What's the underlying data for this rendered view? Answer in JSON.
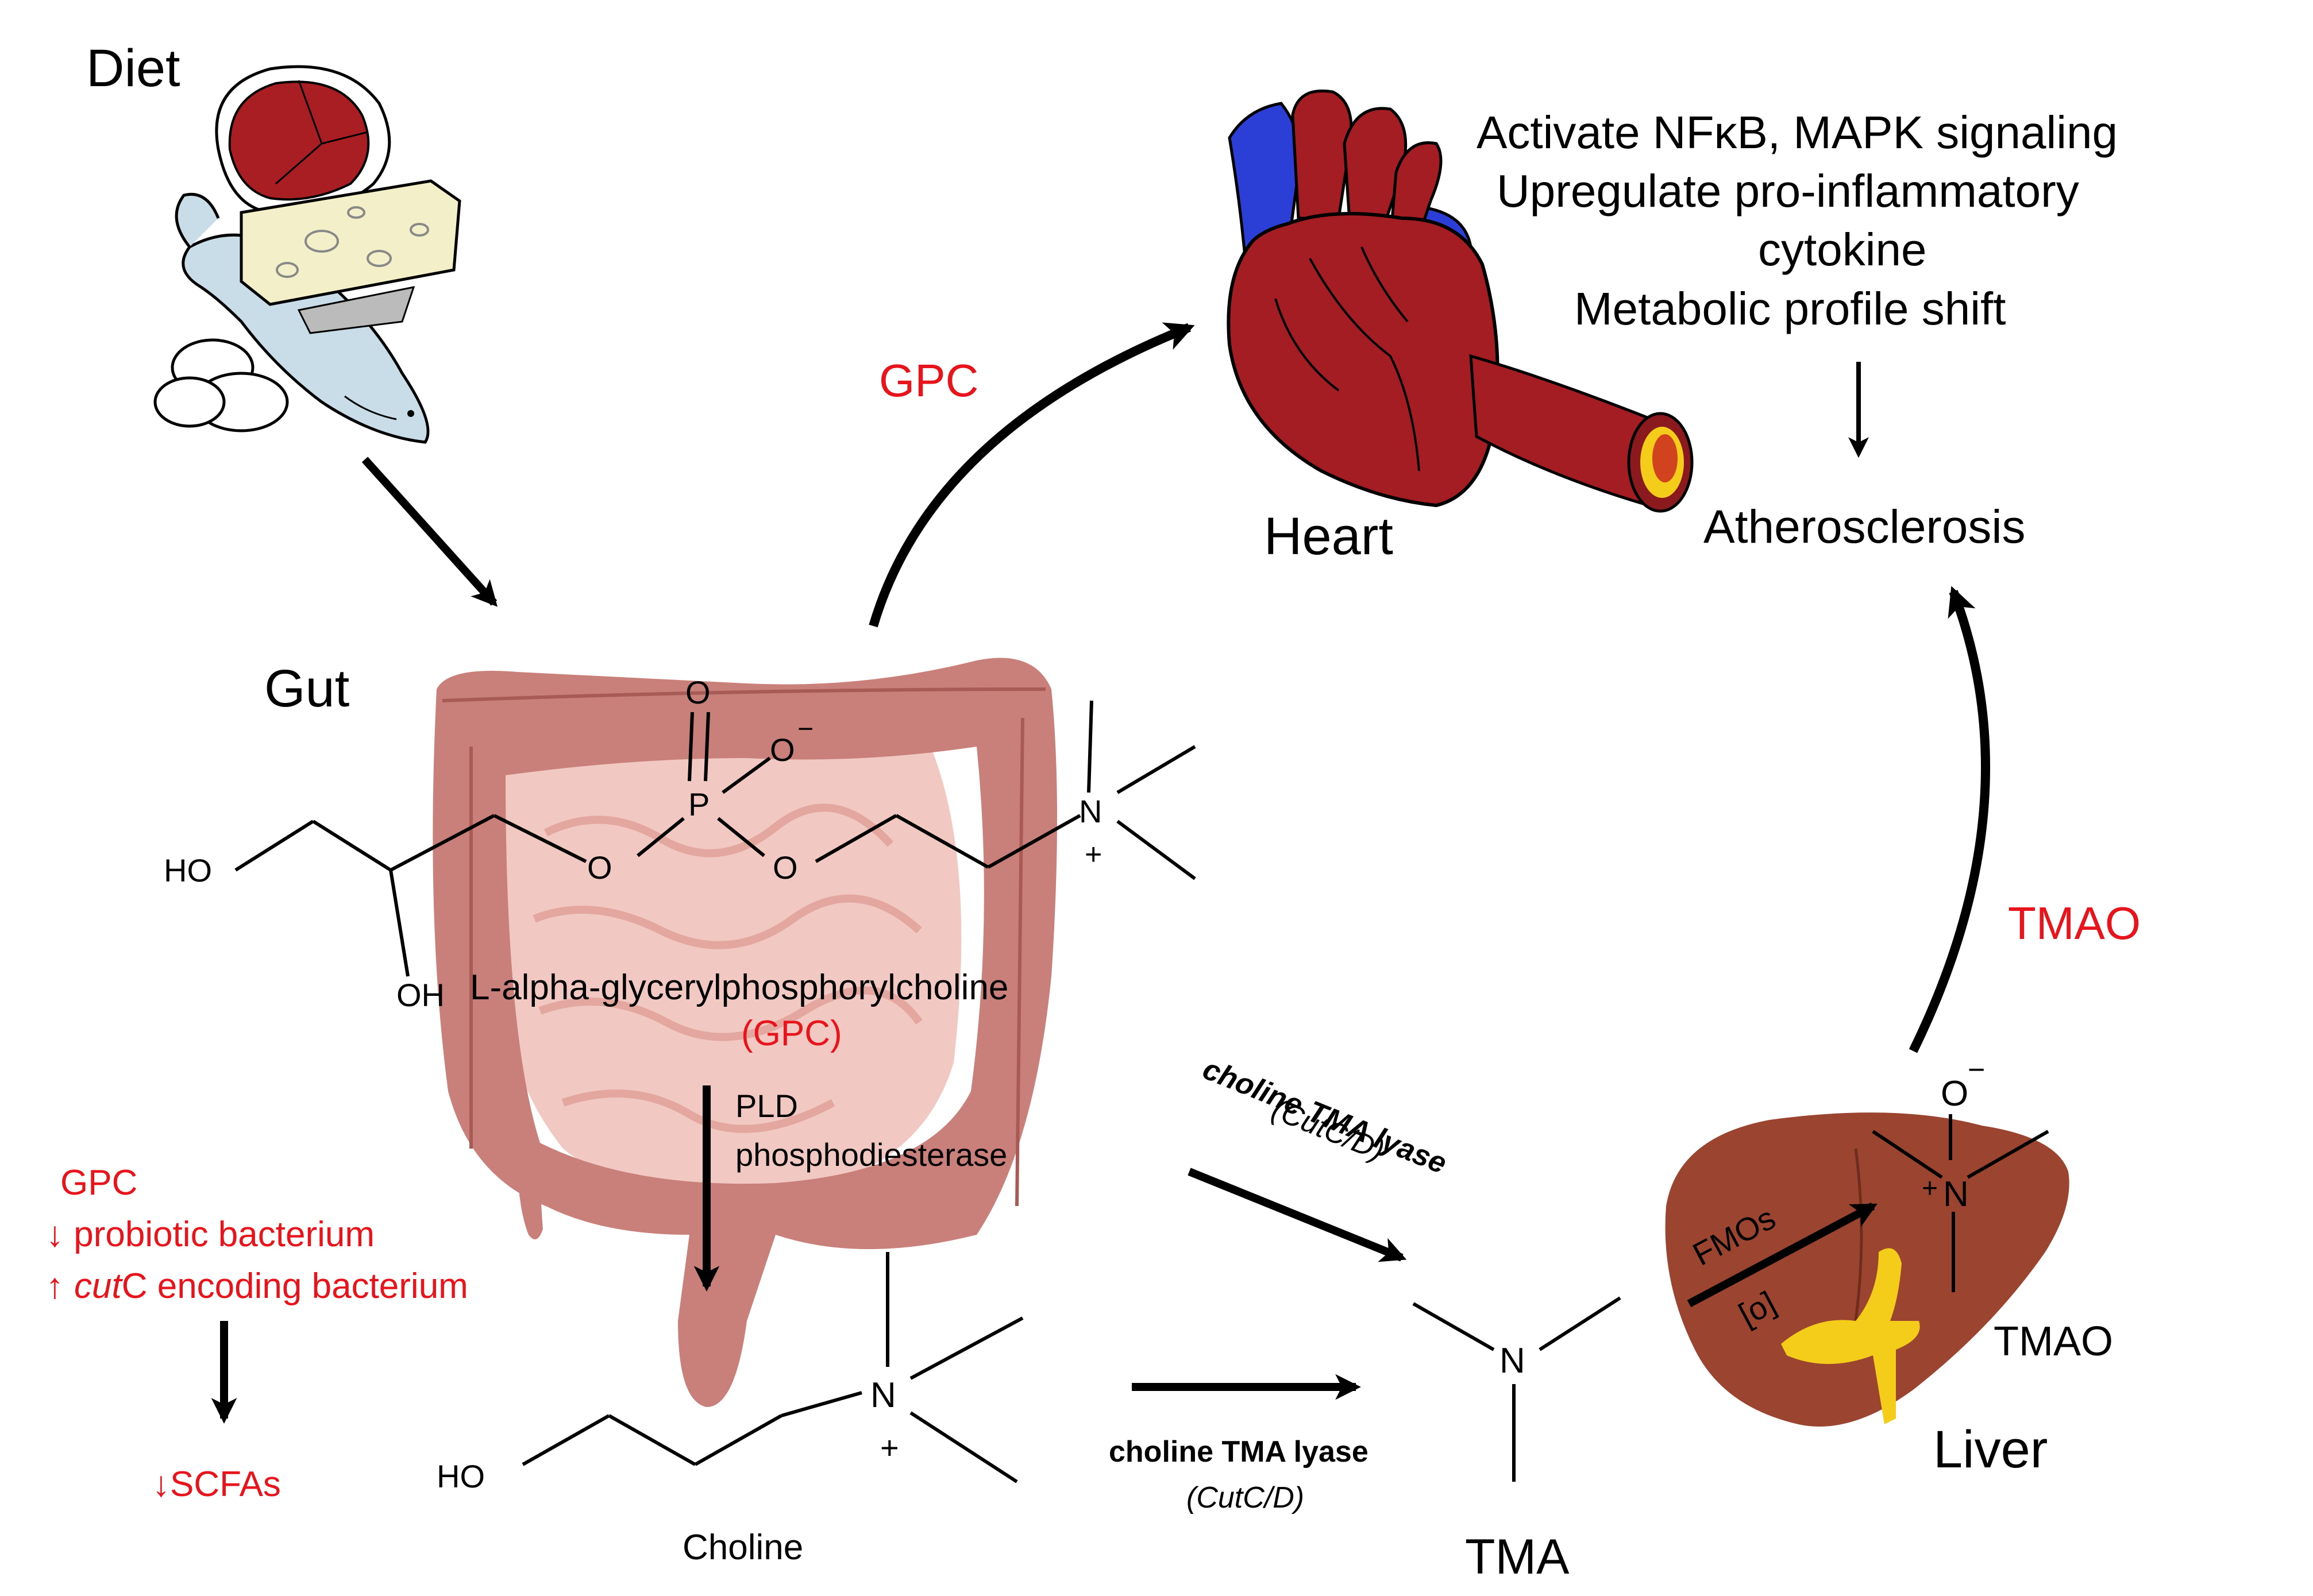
{
  "labels": {
    "diet": "Diet",
    "gut": "Gut",
    "heart": "Heart",
    "liver": "Liver",
    "atherosclerosis": "Atherosclerosis",
    "gpc_arrow": "GPC",
    "tmao_arrow": "TMAO"
  },
  "effects": [
    "Activate NFκB, MAPK signaling",
    "Upregulate pro-inflammatory",
    "cytokine",
    "Metabolic profile shift"
  ],
  "gpc_molecule": {
    "name": "L-alpha-glycerylphosphorylcholine",
    "abbrev": "(GPC)",
    "atoms": {
      "o_top": "O",
      "o_minus": "O",
      "minus": "−",
      "p": "P",
      "o1": "O",
      "o2": "O",
      "n": "N",
      "plus": "+",
      "ho": "HO",
      "oh": "OH"
    }
  },
  "enzymes": {
    "pld": "PLD",
    "phosphodiesterase": "phosphodiesterase",
    "lyase_upper_1": "choline TMA lyase",
    "lyase_upper_2": "(CutC/D)",
    "lyase_lower_1": "choline TMA lyase",
    "lyase_lower_2": "(CutC/D)",
    "fmos": "FMOs",
    "oxidation": "[o]"
  },
  "choline": {
    "name": "Choline",
    "ho": "HO",
    "n": "N",
    "plus": "+"
  },
  "tma": {
    "name": "TMA",
    "n": "N"
  },
  "tmao": {
    "name": "TMAO",
    "o": "O",
    "minus": "−",
    "n": "N",
    "plus": "+"
  },
  "side_effects": {
    "gpc": "GPC",
    "probiotic": "↓ probiotic bacterium",
    "cutc_arrow": "↑",
    "cutc_italic": "cut",
    "cutc_rest": "C encoding bacterium",
    "scfa": "↓SCFAs"
  },
  "colors": {
    "accent_red": "#e8141b",
    "arrow": "#000000",
    "heart_red": "#a31d22",
    "liver_brown": "#9b4430",
    "gut_pink": "#c9807a",
    "vein_blue": "#2b3fd6",
    "bile_yellow": "#f4cc1a"
  }
}
